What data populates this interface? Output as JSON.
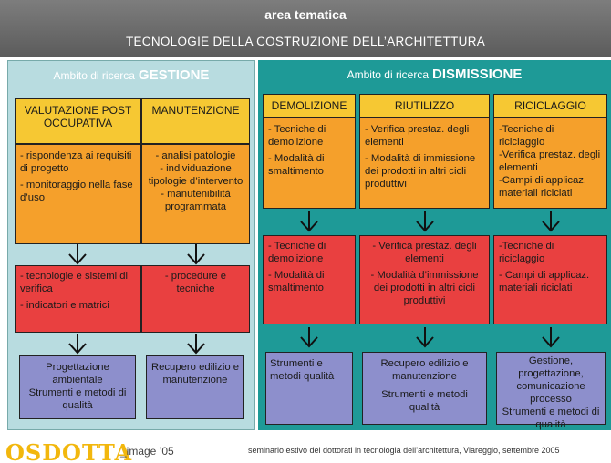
{
  "header": {
    "line1": "area tematica",
    "line2": "TECNOLOGIE DELLA COSTRUZIONE DELL’ARCHITETTURA"
  },
  "gestione": {
    "prefix": "Ambito di ricerca",
    "title": "GESTIONE",
    "columns": [
      {
        "head": "VALUTAZIONE POST OCCUPATIVA",
        "orange": [
          "- rispondenza ai requisiti di progetto",
          "- monitoraggio nella fase d’uso"
        ],
        "red": [
          "- tecnologie e sistemi di verifica",
          "- indicatori e matrici"
        ],
        "blue": [
          "Progettazione ambientale",
          "Strumenti e metodi di qualità"
        ]
      },
      {
        "head": "MANUTENZIONE",
        "orange": [
          "- analisi patologie",
          "- individuazione tipologie d’intervento",
          "- manutenibilità programmata"
        ],
        "red": [
          "- procedure e tecniche"
        ],
        "blue": [
          "Recupero edilizio e manutenzione"
        ]
      }
    ]
  },
  "dismissione": {
    "prefix": "Ambito di ricerca",
    "title": "DISMISSIONE",
    "columns": [
      {
        "head": "DEMOLIZIONE",
        "orange": [
          "- Tecniche di demolizione",
          "- Modalità di smaltimento"
        ],
        "red": [
          "- Tecniche di demolizione",
          "- Modalità di smaltimento"
        ],
        "blue": [
          "Strumenti e metodi qualità"
        ]
      },
      {
        "head": "RIUTILIZZO",
        "orange": [
          "- Verifica prestaz. degli elementi",
          "- Modalità di immissione dei prodotti in altri cicli produttivi"
        ],
        "red": [
          "- Verifica prestaz. degli elementi",
          "- Modalità d’immissione dei prodotti in altri cicli produttivi"
        ],
        "blue": [
          "Recupero edilizio e manutenzione",
          "Strumenti e metodi qualità"
        ]
      },
      {
        "head": "RICICLAGGIO",
        "orange": [
          "-Tecniche di riciclaggio",
          "-Verifica prestaz. degli elementi",
          "-Campi di applicaz. materiali riciclati"
        ],
        "red": [
          "-Tecniche di riciclaggio",
          "- Campi di applicaz. materiali riciclati"
        ],
        "blue": [
          "Gestione, progettazione, comunicazione processo",
          "Strumenti e metodi di qualità"
        ]
      }
    ]
  },
  "footer": {
    "logo": "OSDOTTA",
    "logo_sub": "_image ’05",
    "note": "seminario estivo dei dottorati in tecnologia dell’architettura, Viareggio, settembre 2005"
  },
  "colors": {
    "header": "#6b6b6b",
    "gestione_bg": "#b8dce0",
    "dismissione_bg": "#1e9a97",
    "head_box": "#f6c833",
    "orange_box": "#f5a02b",
    "red_box": "#e94040",
    "blue_box": "#8d8fcc"
  },
  "icons": [
    "down-arrow-icon"
  ]
}
